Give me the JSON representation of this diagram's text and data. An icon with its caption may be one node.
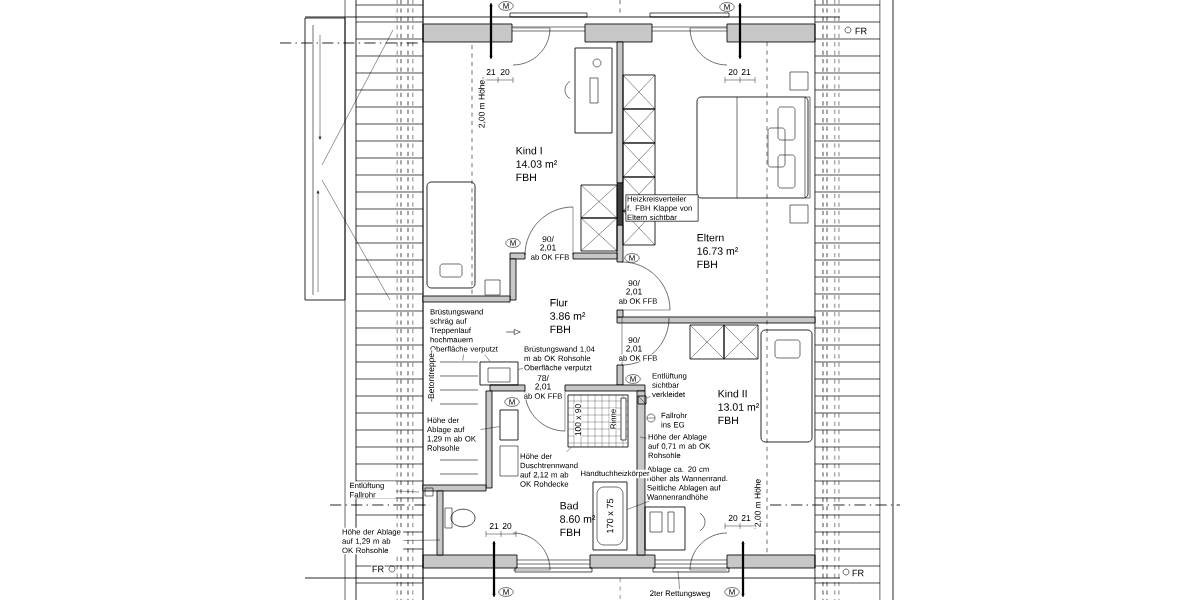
{
  "diagram": {
    "nodes": [
      {
        "text": [
          "Kind I",
          "14.03 m²",
          "FBH"
        ]
      },
      {
        "text": [
          "Eltern",
          "16.73 m²",
          "FBH"
        ]
      },
      {
        "text": [
          "Flur",
          "3.86 m²",
          "FBH"
        ]
      },
      {
        "text": [
          "Kind II",
          "13.01 m²",
          "FBH"
        ]
      },
      {
        "text": [
          "Bad",
          "8.60 m²",
          "FBH"
        ]
      },
      {
        "text": [
          "Heizkreisverteiler f. FBH Klappe von Eltern sichtbar"
        ]
      },
      {
        "text": [
          "Brüstungswand schräg auf Treppenlauf hochmauern Oberfläche verputzt"
        ]
      },
      {
        "text": [
          "Brüstungswand 1,04 m ab OK Rohsohle Oberfläche verputzt"
        ]
      },
      {
        "text": [
          "Höhe der Ablage auf 1,29 m ab OK Rohsohle"
        ]
      },
      {
        "text": [
          "Höhe der Duschtrennwand auf 2,12 m ab OK Rohdecke"
        ]
      },
      {
        "text": [
          "Entlüftung Fallrohr"
        ]
      },
      {
        "text": [
          "Höhe der Ablage auf 1,29 m ab OK Rohsohle"
        ]
      },
      {
        "text": [
          "Entlüftung sichtbar verkleidet"
        ]
      },
      {
        "text": [
          "Höhe der Ablage auf 0,71 m ab OK Rohsohle"
        ]
      },
      {
        "text": [
          "Ablage ca. 20 cm höher als Wannenrand. Seitliche Ablagen auf Wannenrandhöhe"
        ]
      },
      {
        "text": [
          "2ter Rettungsweg"
        ]
      },
      {
        "text": [
          "M"
        ]
      },
      {
        "text": [
          "M"
        ]
      },
      {
        "text": [
          "M"
        ]
      },
      {
        "text": [
          "M"
        ]
      },
      {
        "text": [
          "M"
        ]
      },
      {
        "text": [
          "M"
        ]
      },
      {
        "text": [
          "M"
        ]
      },
      {
        "text": [
          "M"
        ]
      },
      {
        "text": [],
        "shape": "box"
      },
      {
        "text": [],
        "shape": "box"
      },
      {
        "text": [
          "100 x 90",
          "Rinne"
        ]
      },
      {
        "text": [
          "170 x 75"
        ]
      },
      {
        "text": [],
        "shape": "picture"
      },
      {
        "text": [],
        "shape": "box"
      }
    ],
    "edges": [
      {
        "from": 6,
        "to": 28,
        "arrow": "none"
      },
      {
        "from": 6,
        "to": 24,
        "arrow": "none"
      },
      {
        "from": 7,
        "to": 24,
        "arrow": "none"
      },
      {
        "from": 8,
        "to": 29,
        "arrow": "none"
      },
      {
        "from": 9,
        "to": 26,
        "arrow": "none"
      },
      {
        "from": 10,
        "to": null,
        "arrow": "none"
      },
      {
        "from": 11,
        "to": null,
        "arrow": "none"
      },
      {
        "from": 12,
        "to": 25,
        "arrow": "none"
      },
      {
        "from": 13,
        "to": null,
        "arrow": "none"
      },
      {
        "from": 14,
        "to": 27,
        "arrow": "none"
      },
      {
        "from": 15,
        "to": null,
        "arrow": "none"
      }
    ],
    "labels": [
      "21",
      "20",
      "20",
      "21",
      "FR",
      "2,00 m Höhe",
      "90/",
      "2,01",
      "ab OK FFB",
      "90/",
      "2,01",
      "ab OK FFB",
      "90/",
      "2,01",
      "ab OK FFB",
      "78/",
      "2,01",
      "ab OK FFB",
      "-Betontreppe-",
      "Fallrohr ins EG",
      "FR",
      "21",
      "20",
      "20",
      "21",
      "2,00 m Höhe",
      "FR",
      "Handtuchheizkörper"
    ]
  }
}
